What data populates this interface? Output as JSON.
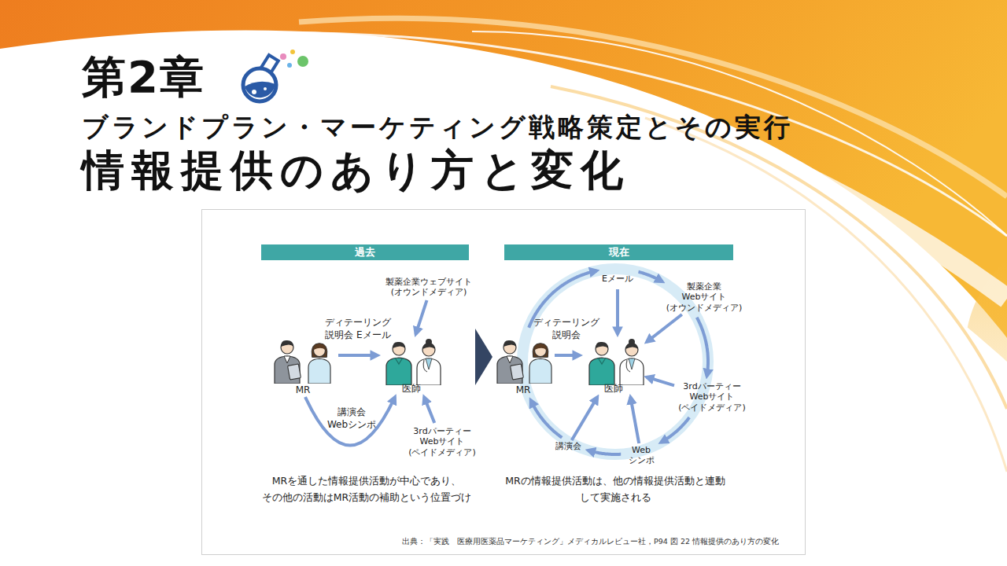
{
  "diagram": {
    "title": "情報提供のあり方と変化",
    "caption": "出典：「実践　医療用医薬品マーケティング」メディカルレビュー社，P94 図 22 情報提供のあり方の変化",
    "nodes": [
      {
        "text": [
          "過去"
        ]
      },
      {
        "text": [
          "MR"
        ]
      },
      {
        "text": [
          "医師"
        ]
      },
      {
        "text": [
          "製薬企業ウェブサイト (オウンドメディア)"
        ]
      },
      {
        "text": [
          "3rdパーティー Webサイト (ペイドメディア)"
        ]
      },
      {
        "text": [
          "現在"
        ]
      },
      {
        "text": [
          "MR"
        ]
      },
      {
        "text": [
          "医師"
        ]
      },
      {
        "text": [
          "Eメール"
        ]
      },
      {
        "text": [
          "製薬企業 Webサイト (オウンドメディア)"
        ]
      },
      {
        "text": [
          "3rdパーティー Webサイト (ペイドメディア)"
        ]
      },
      {
        "text": [
          "Web シンポ"
        ]
      },
      {
        "text": [
          "講演会"
        ]
      }
    ],
    "edges": [
      {
        "from": 1,
        "to": 2,
        "arrow": "to",
        "label": "ディテーリング 説明会 Eメール"
      },
      {
        "from": 1,
        "to": 2,
        "arrow": "to",
        "label": "講演会 Webシンポ"
      },
      {
        "from": 3,
        "to": 2,
        "arrow": "to"
      },
      {
        "from": 4,
        "to": 2,
        "arrow": "to"
      },
      {
        "from": 6,
        "to": 7,
        "arrow": "to",
        "label": "ディテーリング 説明会"
      },
      {
        "from": 8,
        "to": 7,
        "arrow": "to"
      },
      {
        "from": 9,
        "to": 7,
        "arrow": "to"
      },
      {
        "from": 10,
        "to": 7,
        "arrow": "to"
      },
      {
        "from": 11,
        "to": 7,
        "arrow": "to"
      },
      {
        "from": 12,
        "to": 7,
        "arrow": "to"
      },
      {
        "from": 8,
        "to": 9,
        "arrow": "to"
      },
      {
        "from": 9,
        "to": 10,
        "arrow": "to"
      },
      {
        "from": 10,
        "to": 11,
        "arrow": "to"
      },
      {
        "from": 11,
        "to": 12,
        "arrow": "to"
      },
      {
        "from": 12,
        "to": 6,
        "arrow": "to"
      },
      {
        "from": 6,
        "to": 8,
        "arrow": "to"
      }
    ],
    "labels": [
      "第2章",
      "ブランドプラン・マーケティング戦略策定とその実行",
      "MRを通した情報提供活動が中心であり、 その他の活動はMR活動の補助という位置づけ",
      "MRの情報提供活動は、他の情報提供活動と連動 して実施される"
    ]
  }
}
